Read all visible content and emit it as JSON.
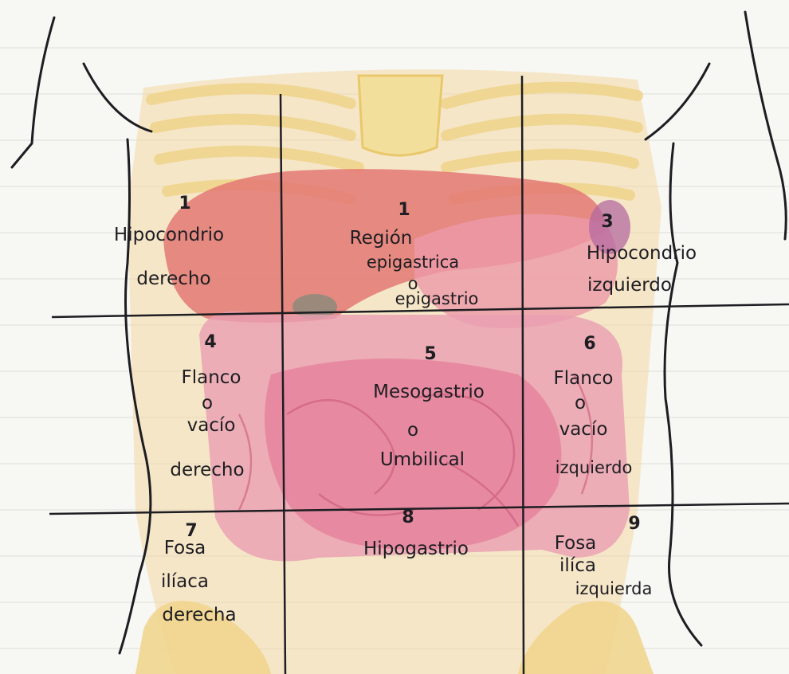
{
  "palette": {
    "paper": "#f7f7f4",
    "rule_line": "#e6e6e2",
    "ink": "#1d1d22",
    "skin": "#f2c97e",
    "bone": "#f3df9c",
    "organ_red": "#e06b6b",
    "organ_pink": "#f0a3b4",
    "intestine": "#e98fa8"
  },
  "regions": [
    {
      "number": "1",
      "lines": [
        "Hipocondrio",
        "derecho"
      ]
    },
    {
      "number": "1",
      "lines": [
        "Región",
        "epigastrica",
        "o",
        "epigastrio"
      ]
    },
    {
      "number": "3",
      "lines": [
        "Hipocondrio",
        "izquierdo"
      ]
    },
    {
      "number": "4",
      "lines": [
        "Flanco",
        "o",
        "vacío",
        "derecho"
      ]
    },
    {
      "number": "5",
      "lines": [
        "Mesogastrio",
        "o",
        "Umbilical"
      ]
    },
    {
      "number": "6",
      "lines": [
        "Flanco",
        "o",
        "vacío",
        "izquierdo"
      ]
    },
    {
      "number": "7",
      "lines": [
        "Fosa",
        "ilíaca",
        "derecha"
      ]
    },
    {
      "number": "8",
      "lines": [
        "Hipogastrio"
      ]
    },
    {
      "number": "9",
      "lines": [
        "Fosa",
        "ilíca",
        "izquierda"
      ]
    }
  ]
}
